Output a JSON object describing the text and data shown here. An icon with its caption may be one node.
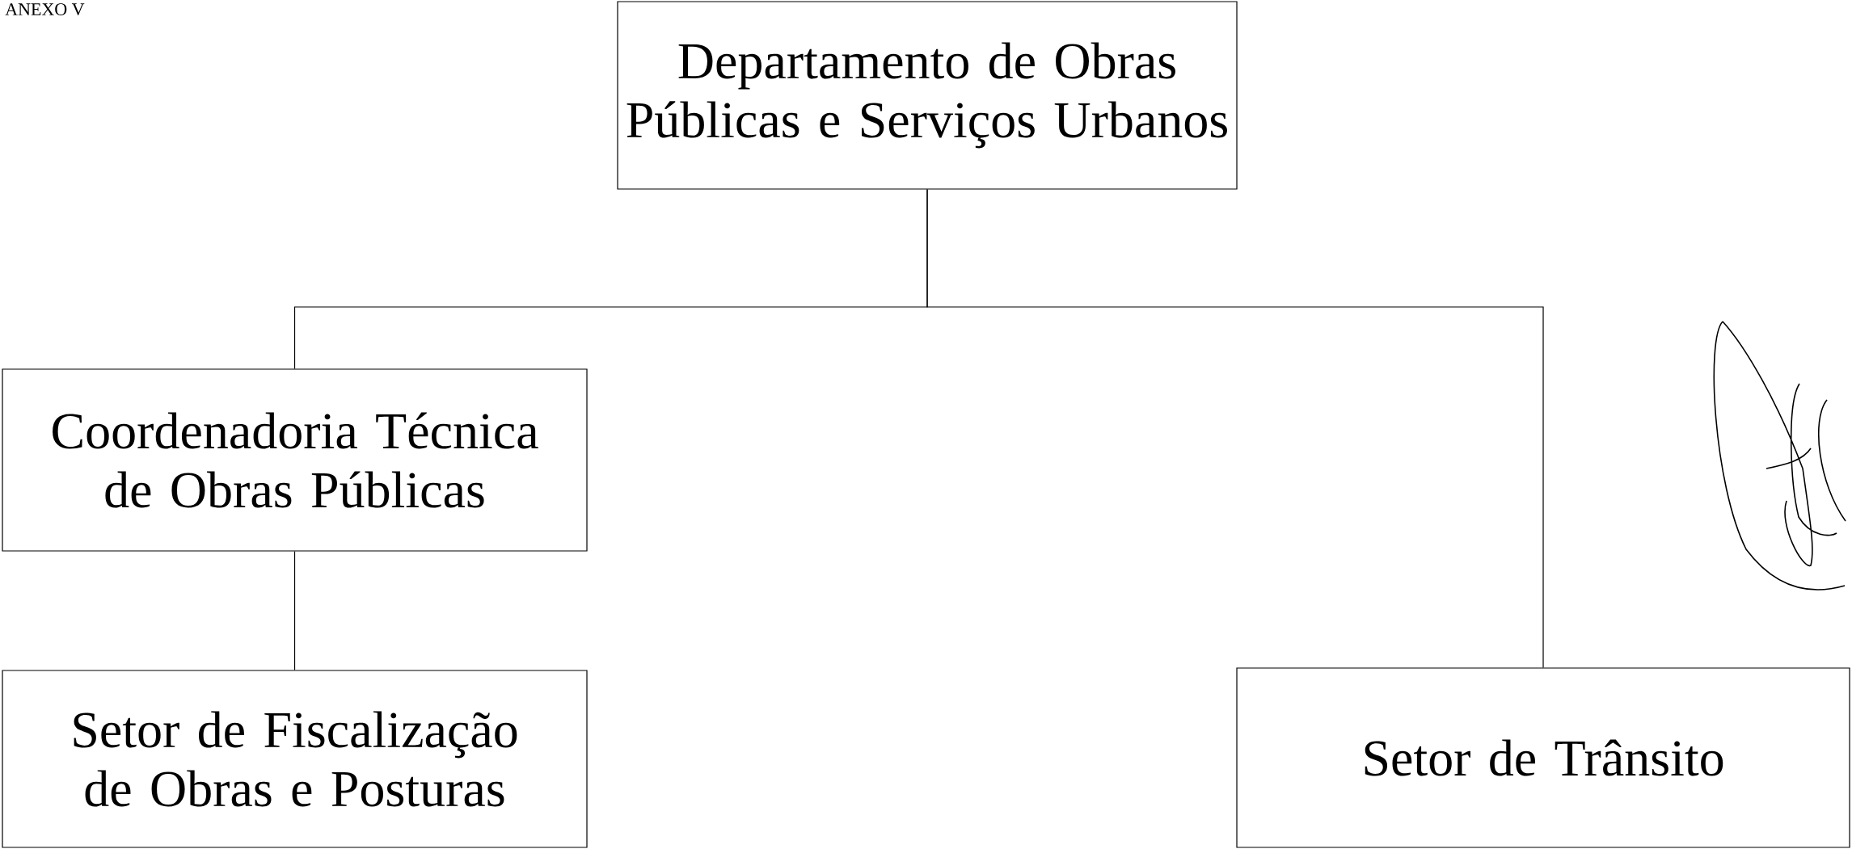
{
  "diagram": {
    "nodes": [
      {
        "text": [
          "Departamento de Obras Públicas e Serviços Urbanos"
        ]
      },
      {
        "text": [
          "Coordenadoria Técnica de Obras Públicas"
        ]
      },
      {
        "text": [
          "Setor de Fiscalização de Obras e Posturas"
        ]
      },
      {
        "text": [
          "Setor de Trânsito"
        ]
      }
    ],
    "edges": [
      {
        "from": 0,
        "to": 1,
        "arrow": "none"
      },
      {
        "from": 0,
        "to": 3,
        "arrow": "none"
      },
      {
        "from": 1,
        "to": 2,
        "arrow": "none"
      }
    ],
    "labels": [
      "ANEXO V"
    ]
  }
}
